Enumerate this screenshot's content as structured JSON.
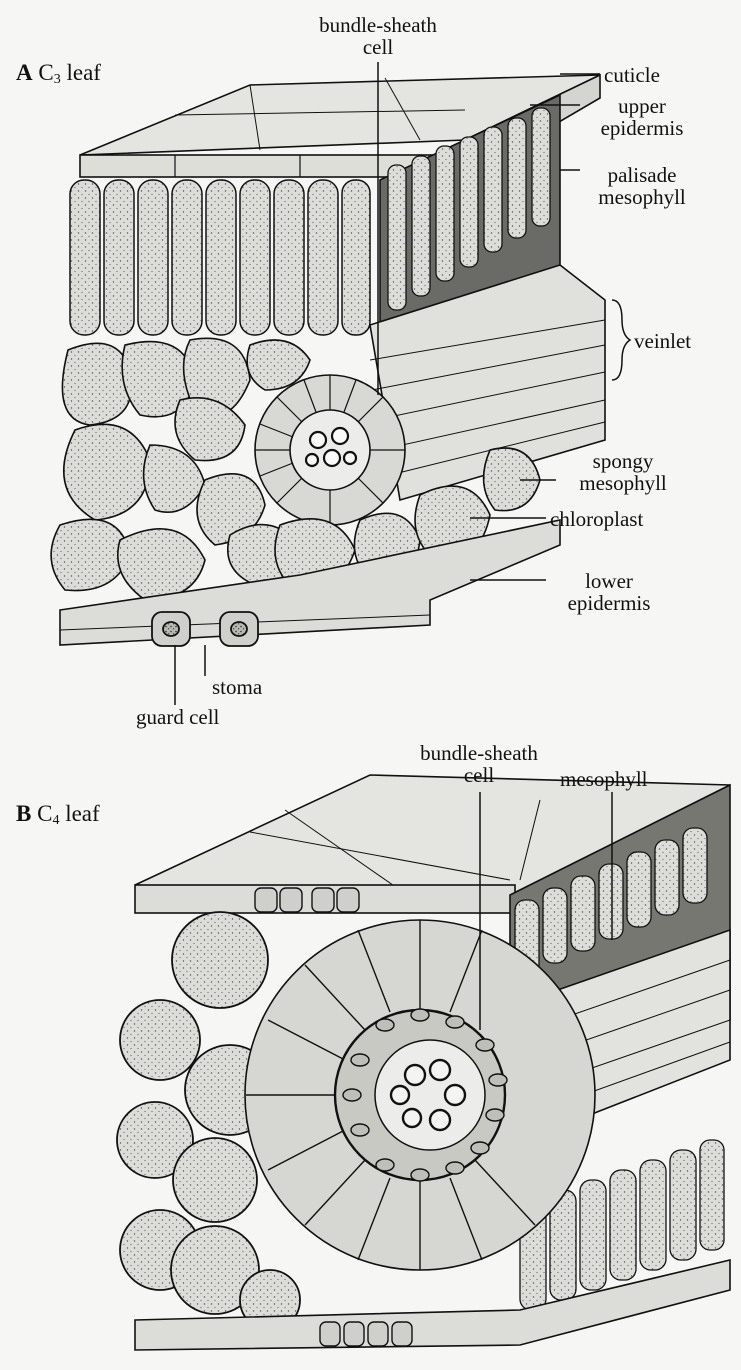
{
  "panels": [
    {
      "letter": "A",
      "title_pre": "C",
      "title_sub": "3",
      "title_post": " leaf"
    },
    {
      "letter": "B",
      "title_pre": "C",
      "title_sub": "4",
      "title_post": " leaf"
    }
  ],
  "labels_a": {
    "bundle_sheath": [
      "bundle-sheath",
      "cell"
    ],
    "cuticle": "cuticle",
    "upper_epidermis": [
      "upper",
      "epidermis"
    ],
    "palisade": [
      "palisade",
      "mesophyll"
    ],
    "veinlet": "veinlet",
    "spongy": [
      "spongy",
      "mesophyll"
    ],
    "chloroplast": "chloroplast",
    "lower_epidermis": [
      "lower",
      "epidermis"
    ],
    "stoma": "stoma",
    "guard_cell": "guard cell"
  },
  "labels_b": {
    "bundle_sheath": [
      "bundle-sheath",
      "cell"
    ],
    "mesophyll": "mesophyll"
  },
  "colors": {
    "background": "#f6f6f4",
    "cell_fill": "#d9d9d6",
    "ink": "#111111"
  }
}
